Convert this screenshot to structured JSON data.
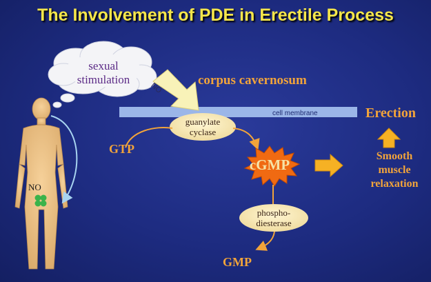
{
  "title": "The Involvement of PDE in Erectile Process",
  "cloud": {
    "text_line1": "sexual",
    "text_line2": "stimulation"
  },
  "no_arrow_label": "NO",
  "corpus_label": "corpus cavernosum",
  "membrane_label": "cell membrane",
  "guanylate": {
    "line1": "guanylate",
    "line2": "cyclase"
  },
  "gtp_label": "GTP",
  "cgmp_label": "cGMP",
  "pde": {
    "line1": "phospho-",
    "line2": "diesterase"
  },
  "gmp_label": "GMP",
  "erection_label": "Erection",
  "smooth": {
    "line1": "Smooth",
    "line2": "muscle",
    "line3": "relaxation"
  },
  "body_no_label": "NO",
  "icons": [
    "human-figure-icon",
    "thought-cloud-icon",
    "clover-icon",
    "starburst-icon"
  ],
  "colors": {
    "background": "#1d2b80",
    "title": "#f5e64a",
    "orange_text": "#f2a43a",
    "membrane": "#9bb6e8",
    "ellipse": "#f7e7b0",
    "starburst": "#f06a12"
  }
}
